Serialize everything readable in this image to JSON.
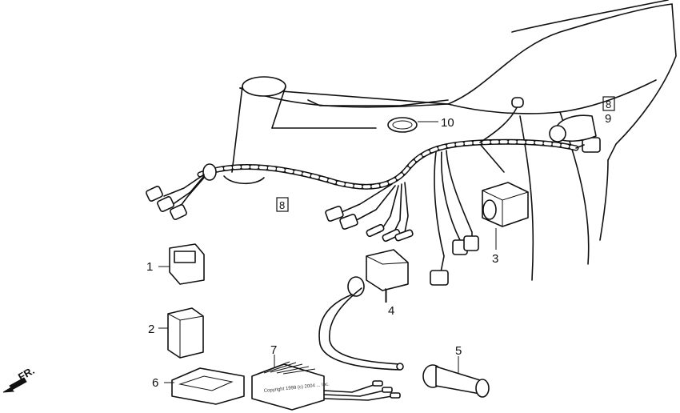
{
  "callouts": {
    "c1": "1",
    "c2": "2",
    "c3": "3",
    "c4": "4",
    "c5": "5",
    "c6": "6",
    "c7": "7",
    "c8a": "8",
    "c8b": "8",
    "c9": "9",
    "c10": "10"
  },
  "direction_label": "FR.",
  "copyright_text": "Copyright 1999 (c) 2004 ... Inc."
}
